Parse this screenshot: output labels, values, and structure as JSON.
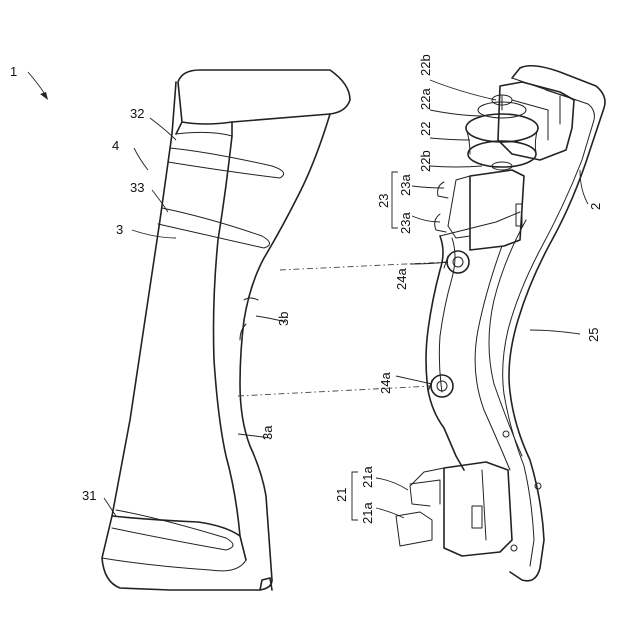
{
  "labels": {
    "assembly": "1",
    "cover": "3",
    "cover_outer": "4",
    "top_wrap": "32",
    "mid_wrap": "33",
    "bottom_wrap": "31",
    "recess_upper": "3b",
    "recess_lower": "3a",
    "frame": "2",
    "spine": "25",
    "roller_top": "22b",
    "roller_mid": "22a",
    "roller": "22",
    "roller_lower": "22b",
    "hook_group_top": "23",
    "hook_top_a": "23a",
    "hook_top_b": "23a",
    "boss_upper": "24a",
    "boss_lower": "24a",
    "hook_group_bottom": "21",
    "hook_bot_a": "21a",
    "hook_bot_b": "21a"
  }
}
